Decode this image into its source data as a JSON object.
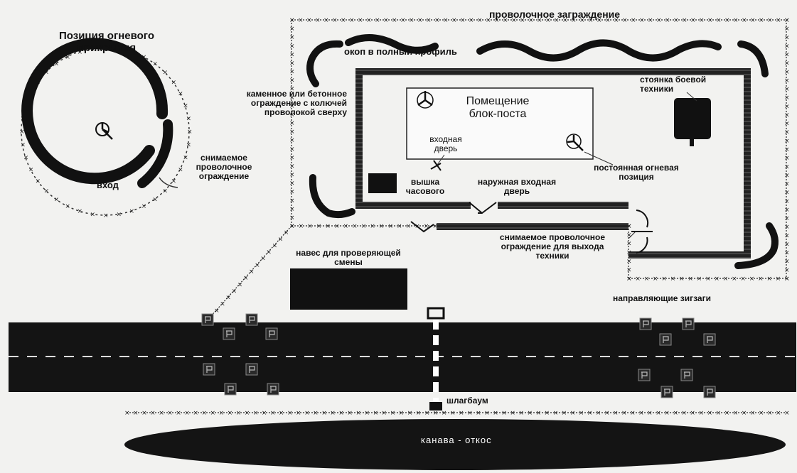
{
  "labels": {
    "wire_fence": "проволочное заграждение",
    "fire_cover_position": "Позиция огневого\nприкрытия",
    "trench": "окоп в полный профиль",
    "stone_fence": "каменное или бетонное\nограждение с колючей\nпроволокой сверху",
    "building": "Помещение\nблок-поста",
    "entry_door": "входная\nдверь",
    "vehicle_parking": "стоянка боевой\nтехники",
    "permanent_fire_position": "постоянная огневая\nпозиция",
    "removable_wire": "снимаемое\nпроволочное\nограждение",
    "entrance": "вход",
    "watchtower": "вышка\nчасового",
    "outer_door": "наружная входная\nдверь",
    "removable_wire_vehicle": "снимаемое проволочное\nограждение для выхода\nтехники",
    "inspection_shelter": "навес для проверяющей\nсмены",
    "guide_zigzags": "направляющие зигзаги",
    "barrier": "шлагбаум",
    "ditch": "канава - откос"
  },
  "icons": [
    "weapon-position-icon",
    "barbed-wire-symbol"
  ]
}
